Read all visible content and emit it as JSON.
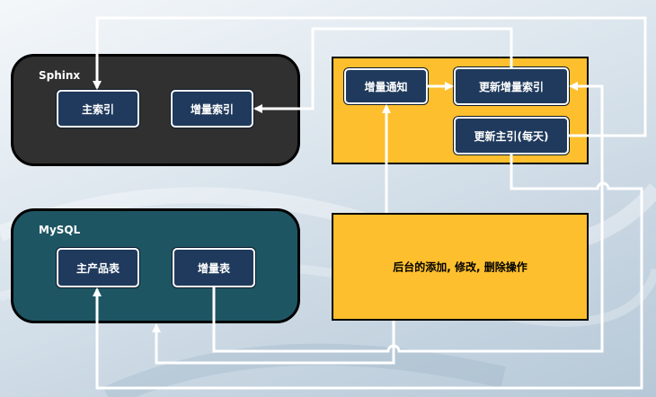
{
  "sphinx": {
    "title": "Sphinx",
    "main_index": "主索引",
    "delta_index": "增量索引"
  },
  "mysql": {
    "title": "MySQL",
    "main_table": "主产品表",
    "delta_table": "增量表"
  },
  "updates": {
    "delta_notify": "增量通知",
    "update_delta_index": "更新增量索引",
    "update_main_index": "更新主引(每天)"
  },
  "operations": {
    "label": "后台的添加, 修改, 删除操作"
  },
  "colors": {
    "sphinx_bg": "#303030",
    "mysql_bg": "#1e5563",
    "panel_bg": "#fdbf2d",
    "node_bg": "#1f3a5c",
    "wire": "#ffffff"
  }
}
